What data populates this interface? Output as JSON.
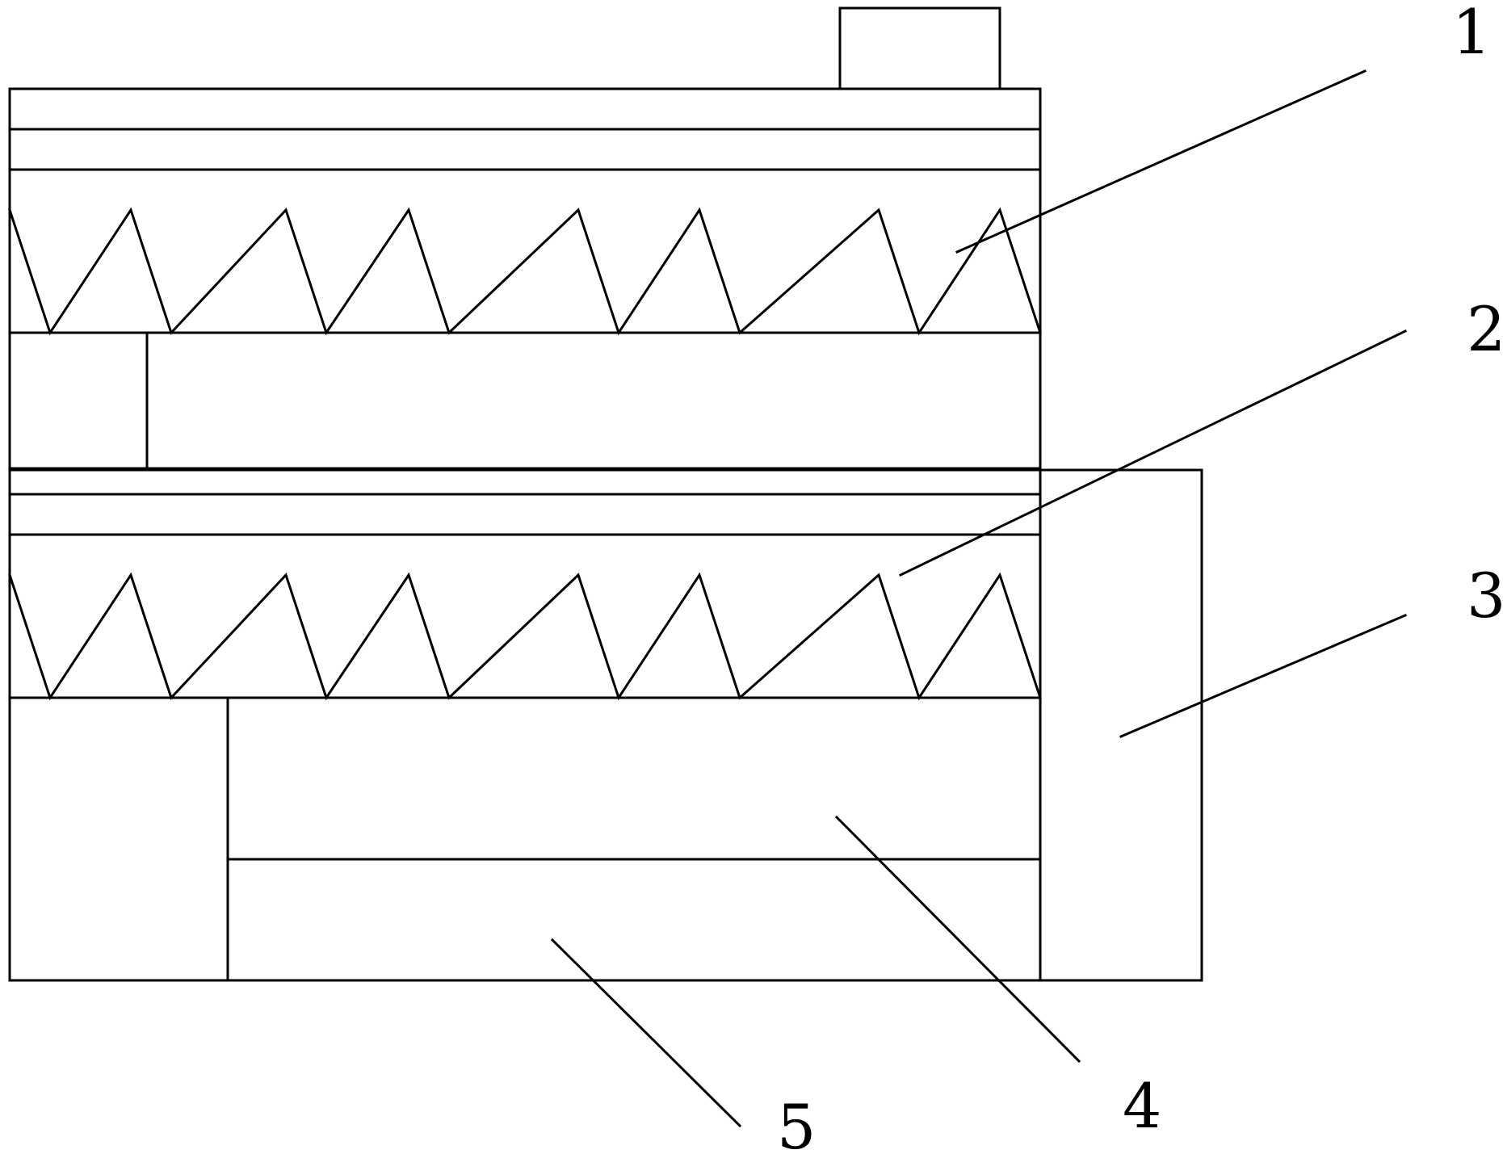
{
  "colors": {
    "background": "#ffffff",
    "stroke": "#000000"
  },
  "callouts": {
    "label_1": "1",
    "label_2": "2",
    "label_3": "3",
    "label_4": "4",
    "label_5": "5"
  }
}
